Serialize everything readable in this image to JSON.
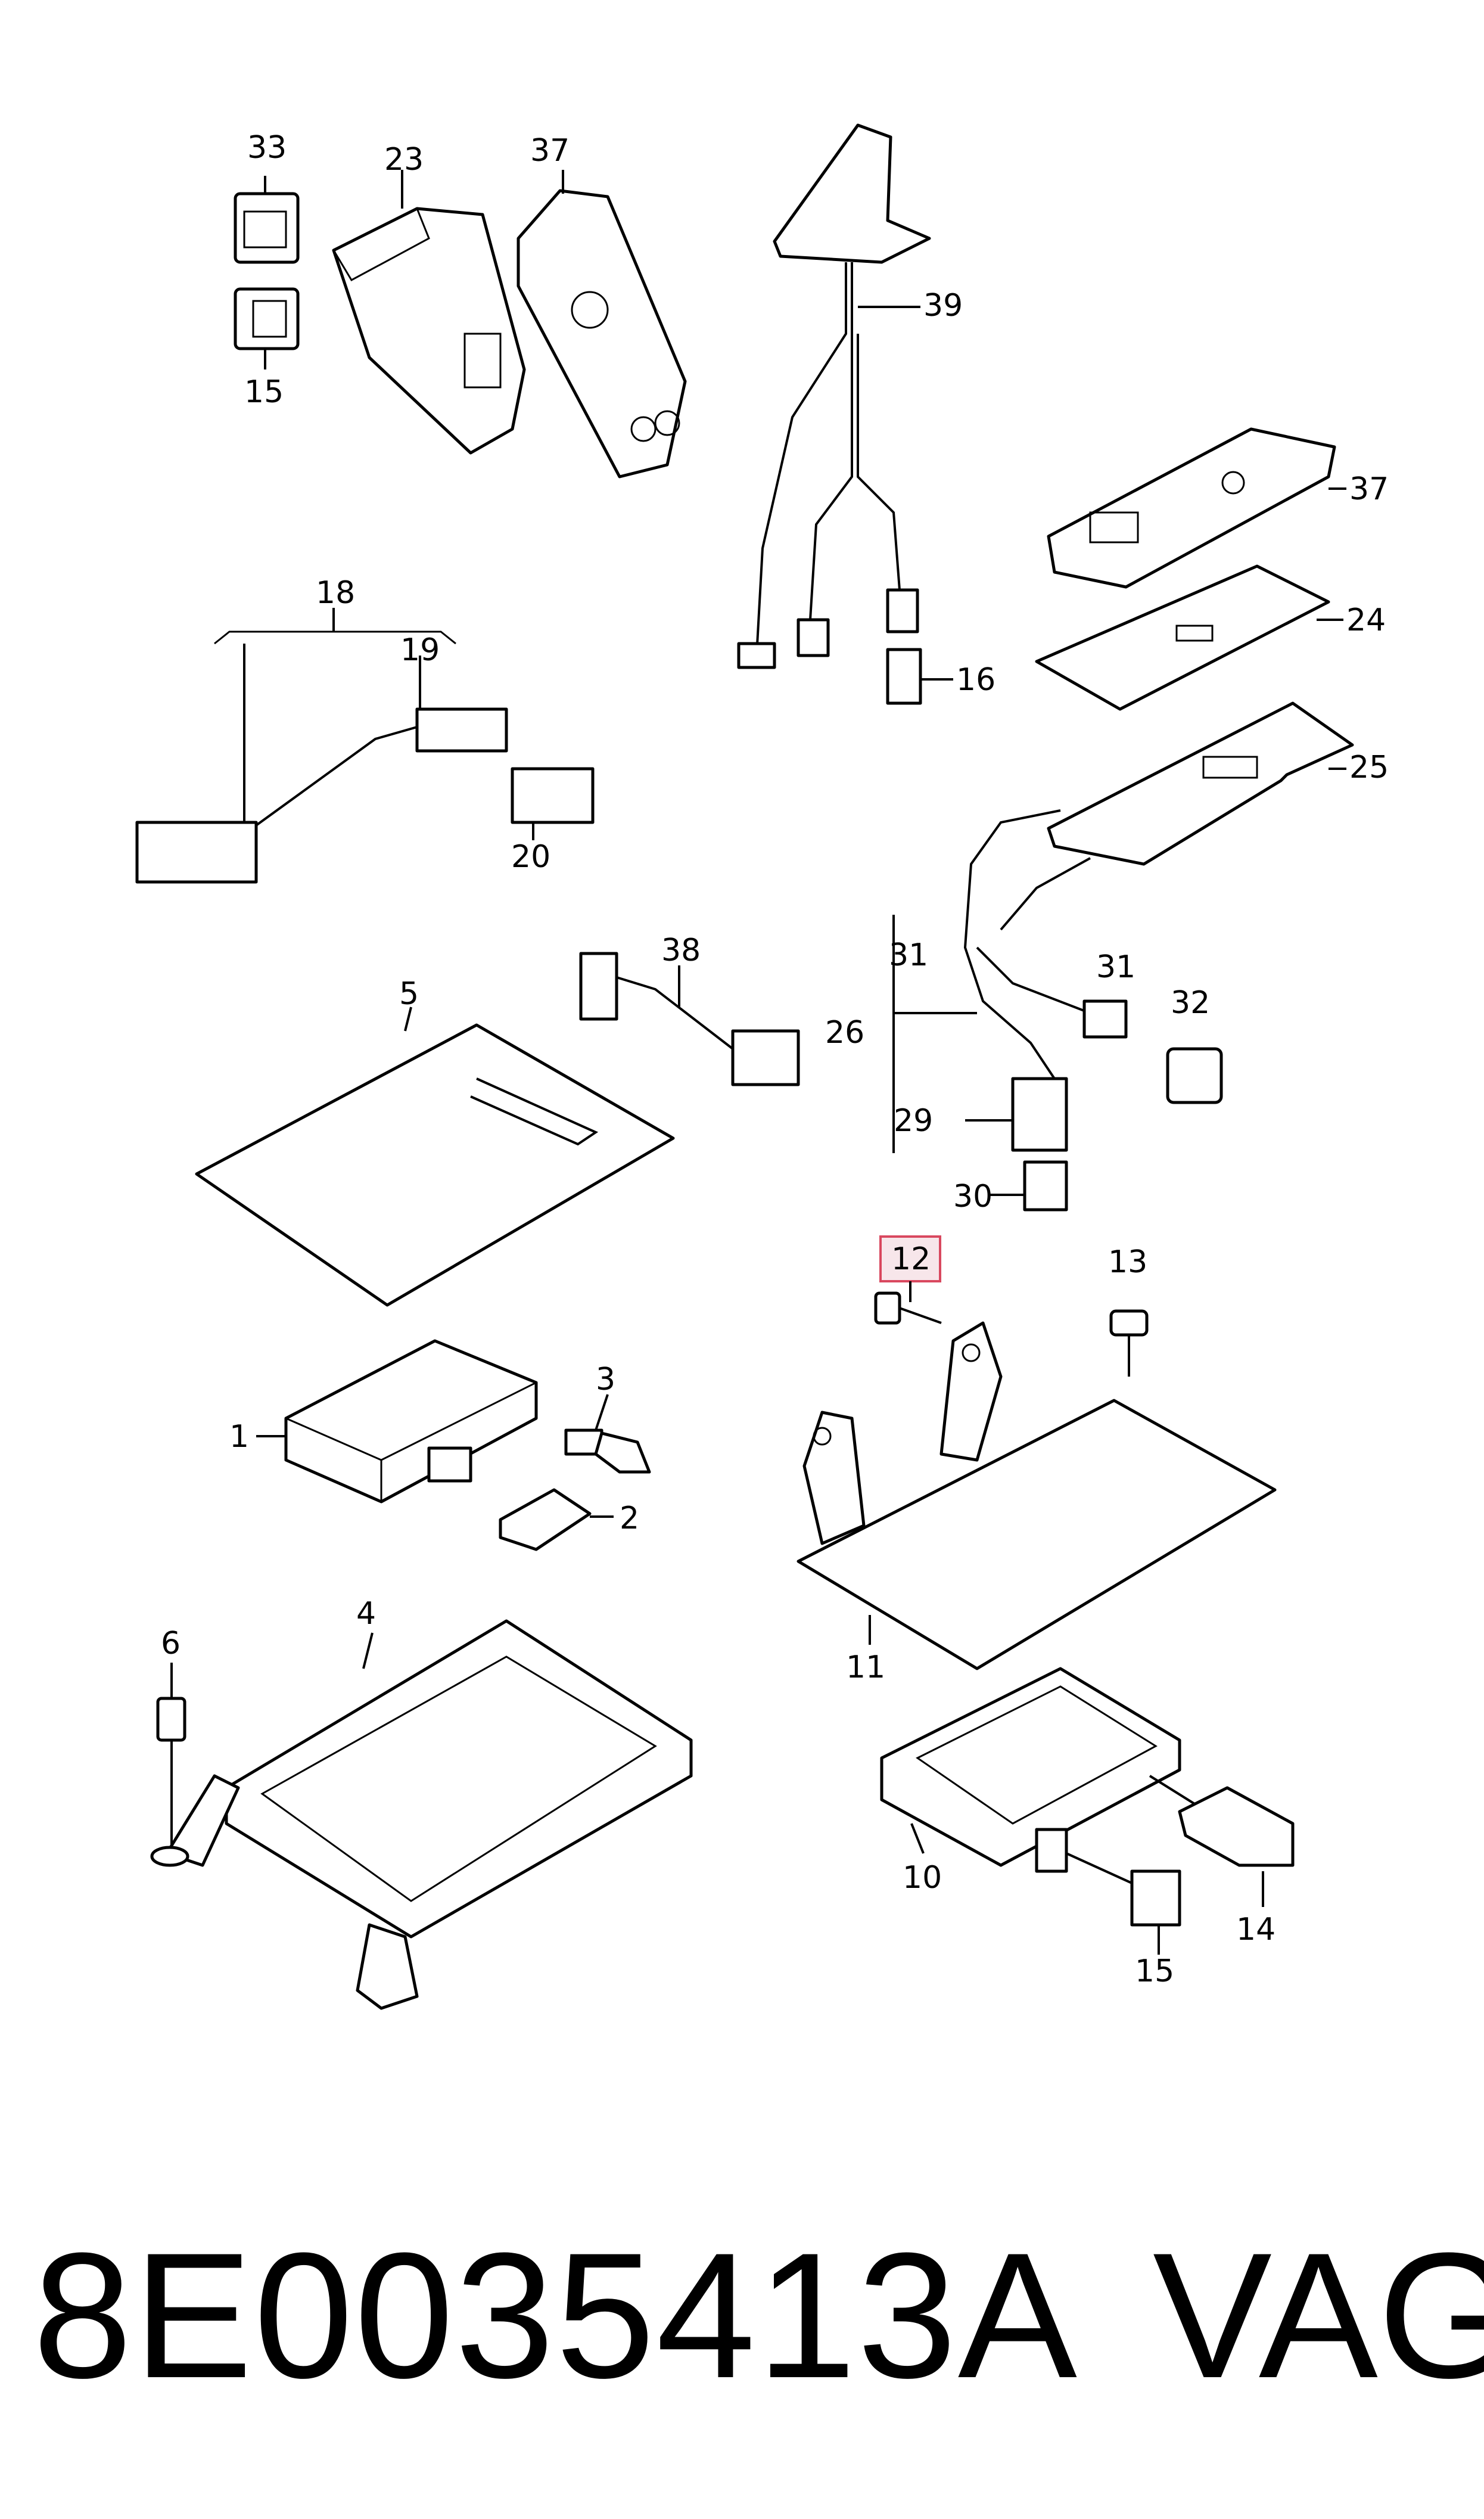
{
  "callouts": {
    "c33": "33",
    "c23": "23",
    "c37a": "37",
    "c15a": "15",
    "c39": "39",
    "c37b": "37",
    "c24": "24",
    "c16": "16",
    "c25": "25",
    "c18": "18",
    "c19": "19",
    "c20": "20",
    "c38": "38",
    "c5": "5",
    "c31a": "31",
    "c31b": "31",
    "c32": "32",
    "c26": "26",
    "c29": "29",
    "c30": "30",
    "c12": "12",
    "c13": "13",
    "c1": "1",
    "c3": "3",
    "c2": "2",
    "c11": "11",
    "c4": "4",
    "c6": "6",
    "c10": "10",
    "c14": "14",
    "c15b": "15"
  },
  "highlighted_part": "12",
  "footer": {
    "part_number": "8E0035413A",
    "brand": "VAG"
  },
  "colors": {
    "highlight_fill": "#f7e6ea",
    "highlight_stroke": "#d9485f"
  }
}
